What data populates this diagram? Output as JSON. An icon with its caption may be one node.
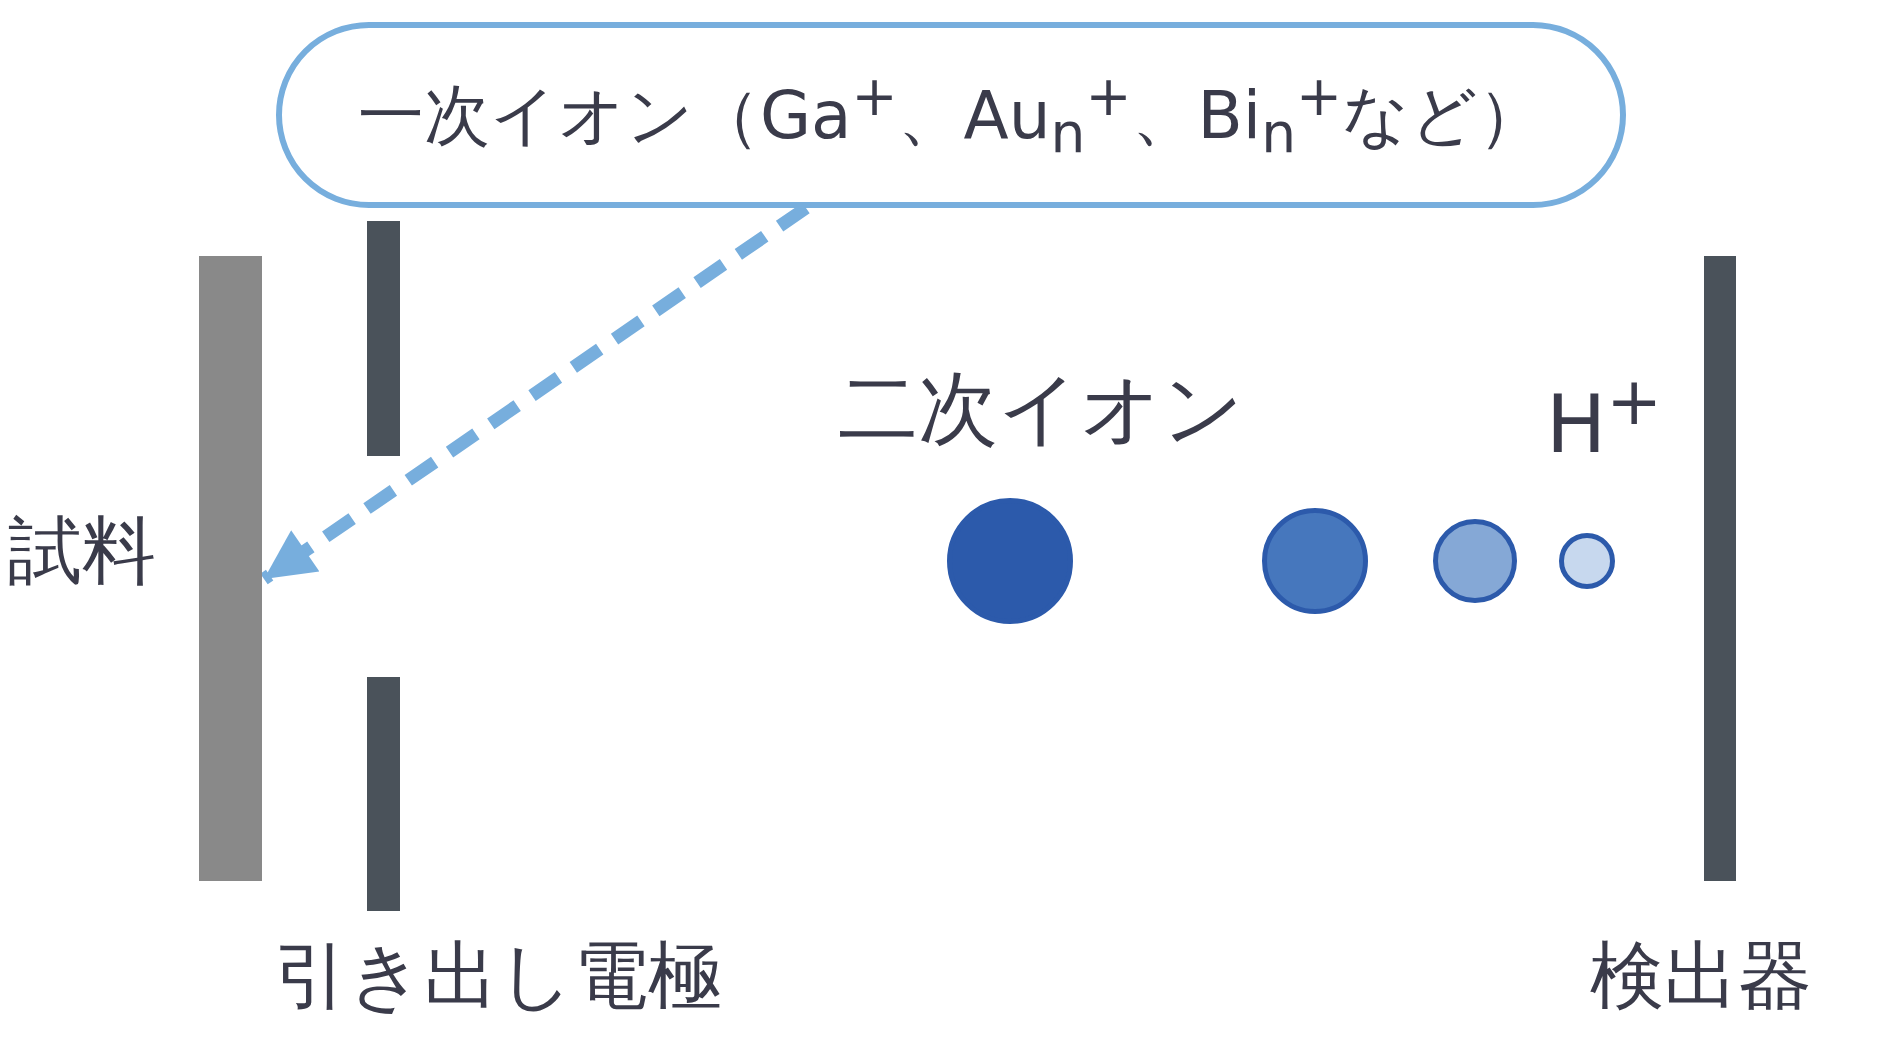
{
  "diagram": {
    "nodes": [
      {
        "text": [
          "一次イオン（Ga$^{+}$、Au$_{n}$$^{+}$、Bi$_{n}$$^{+}$など）"
        ]
      },
      {
        "text": [],
        "shape": "bar",
        "beside": [
          "試料"
        ]
      },
      {
        "text": [],
        "shape": "bar"
      },
      {
        "text": [],
        "shape": "bar"
      },
      {
        "text": [],
        "shape": "circle"
      },
      {
        "text": [],
        "shape": "circle"
      },
      {
        "text": [],
        "shape": "circle"
      },
      {
        "text": [],
        "shape": "circle"
      },
      {
        "text": [],
        "shape": "bar",
        "beside": [
          "検出器"
        ]
      }
    ],
    "edges": [
      {
        "from": 0,
        "to": 1,
        "arrow": "to",
        "style": "dashed",
        "color": "#77aedd"
      }
    ],
    "labels": [
      "二次イオン",
      "H$^{+}$",
      "引き出し電極"
    ]
  }
}
